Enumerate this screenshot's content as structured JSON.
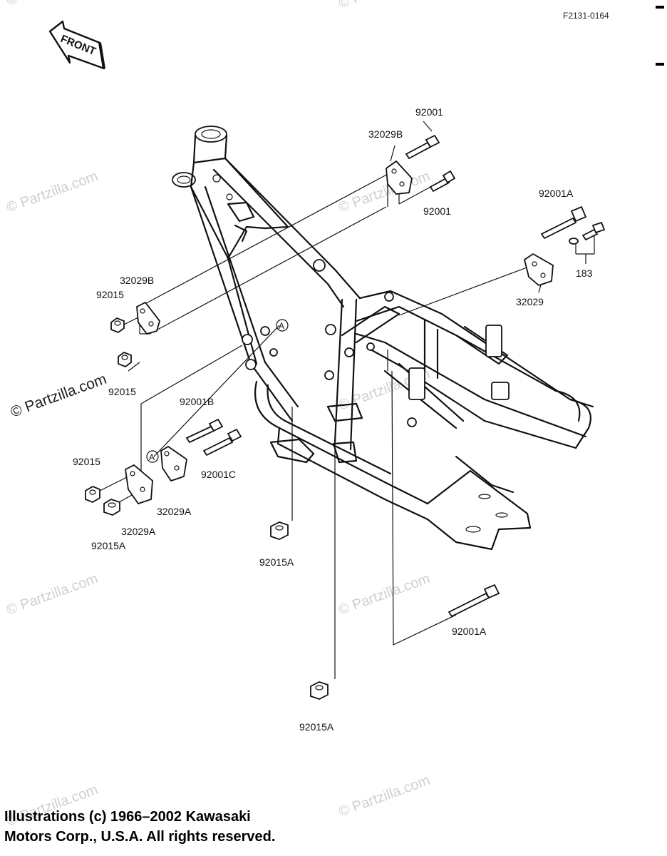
{
  "header": {
    "diagram_code": "F2131-0164",
    "front_label": "FRONT"
  },
  "watermark": {
    "text": "© Partzilla.com"
  },
  "footer": {
    "line1": "Illustrations (c) 1966–2002 Kawasaki",
    "line2": "Motors Corp., U.S.A.  All rights reserved."
  },
  "ref_marker": "A",
  "parts": [
    "92001",
    "32029B",
    "92001",
    "92001A",
    "183",
    "32029",
    "32029B",
    "92015",
    "92015",
    "92001B",
    "92015",
    "92001C",
    "32029A",
    "32029A",
    "92015A",
    "92015A",
    "92001A",
    "92015A"
  ]
}
